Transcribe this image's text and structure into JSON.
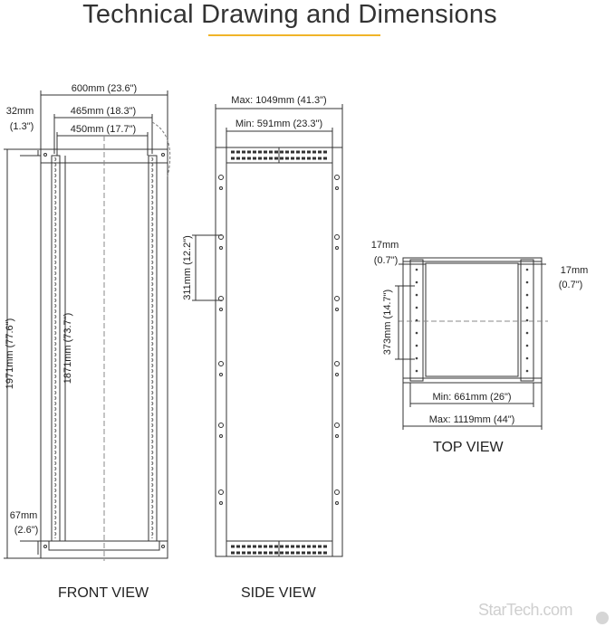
{
  "title": "Technical Drawing and Dimensions",
  "colors": {
    "accent_rule": "#f0b428",
    "line": "#333333",
    "brand": "#cfcfcf"
  },
  "front_view": {
    "label": "FRONT VIEW",
    "width_outer": "600mm (23.6\")",
    "width_mid": "465mm (18.3\")",
    "width_inner": "450mm (17.7\")",
    "top_offset_1": "32mm",
    "top_offset_2": "(1.3\")",
    "height_outer": "1971mm (77.6\")",
    "height_inner": "1871mm (73.7\")",
    "bottom_offset_1": "67mm",
    "bottom_offset_2": "(2.6\")"
  },
  "side_view": {
    "label": "SIDE VIEW",
    "depth_max": "Max: 1049mm (41.3\")",
    "depth_min": "Min: 591mm (23.3\")",
    "hole_spacing": "311mm (12.2\")"
  },
  "top_view": {
    "label": "TOP VIEW",
    "left_offset_1": "17mm",
    "left_offset_2": "(0.7\")",
    "right_offset_1": "17mm",
    "right_offset_2": "(0.7\")",
    "rail_depth": "373mm (14.7\")",
    "depth_min": "Min: 661mm (26\")",
    "depth_max": "Max: 1119mm (44\")"
  },
  "brand": "StarTech.com"
}
